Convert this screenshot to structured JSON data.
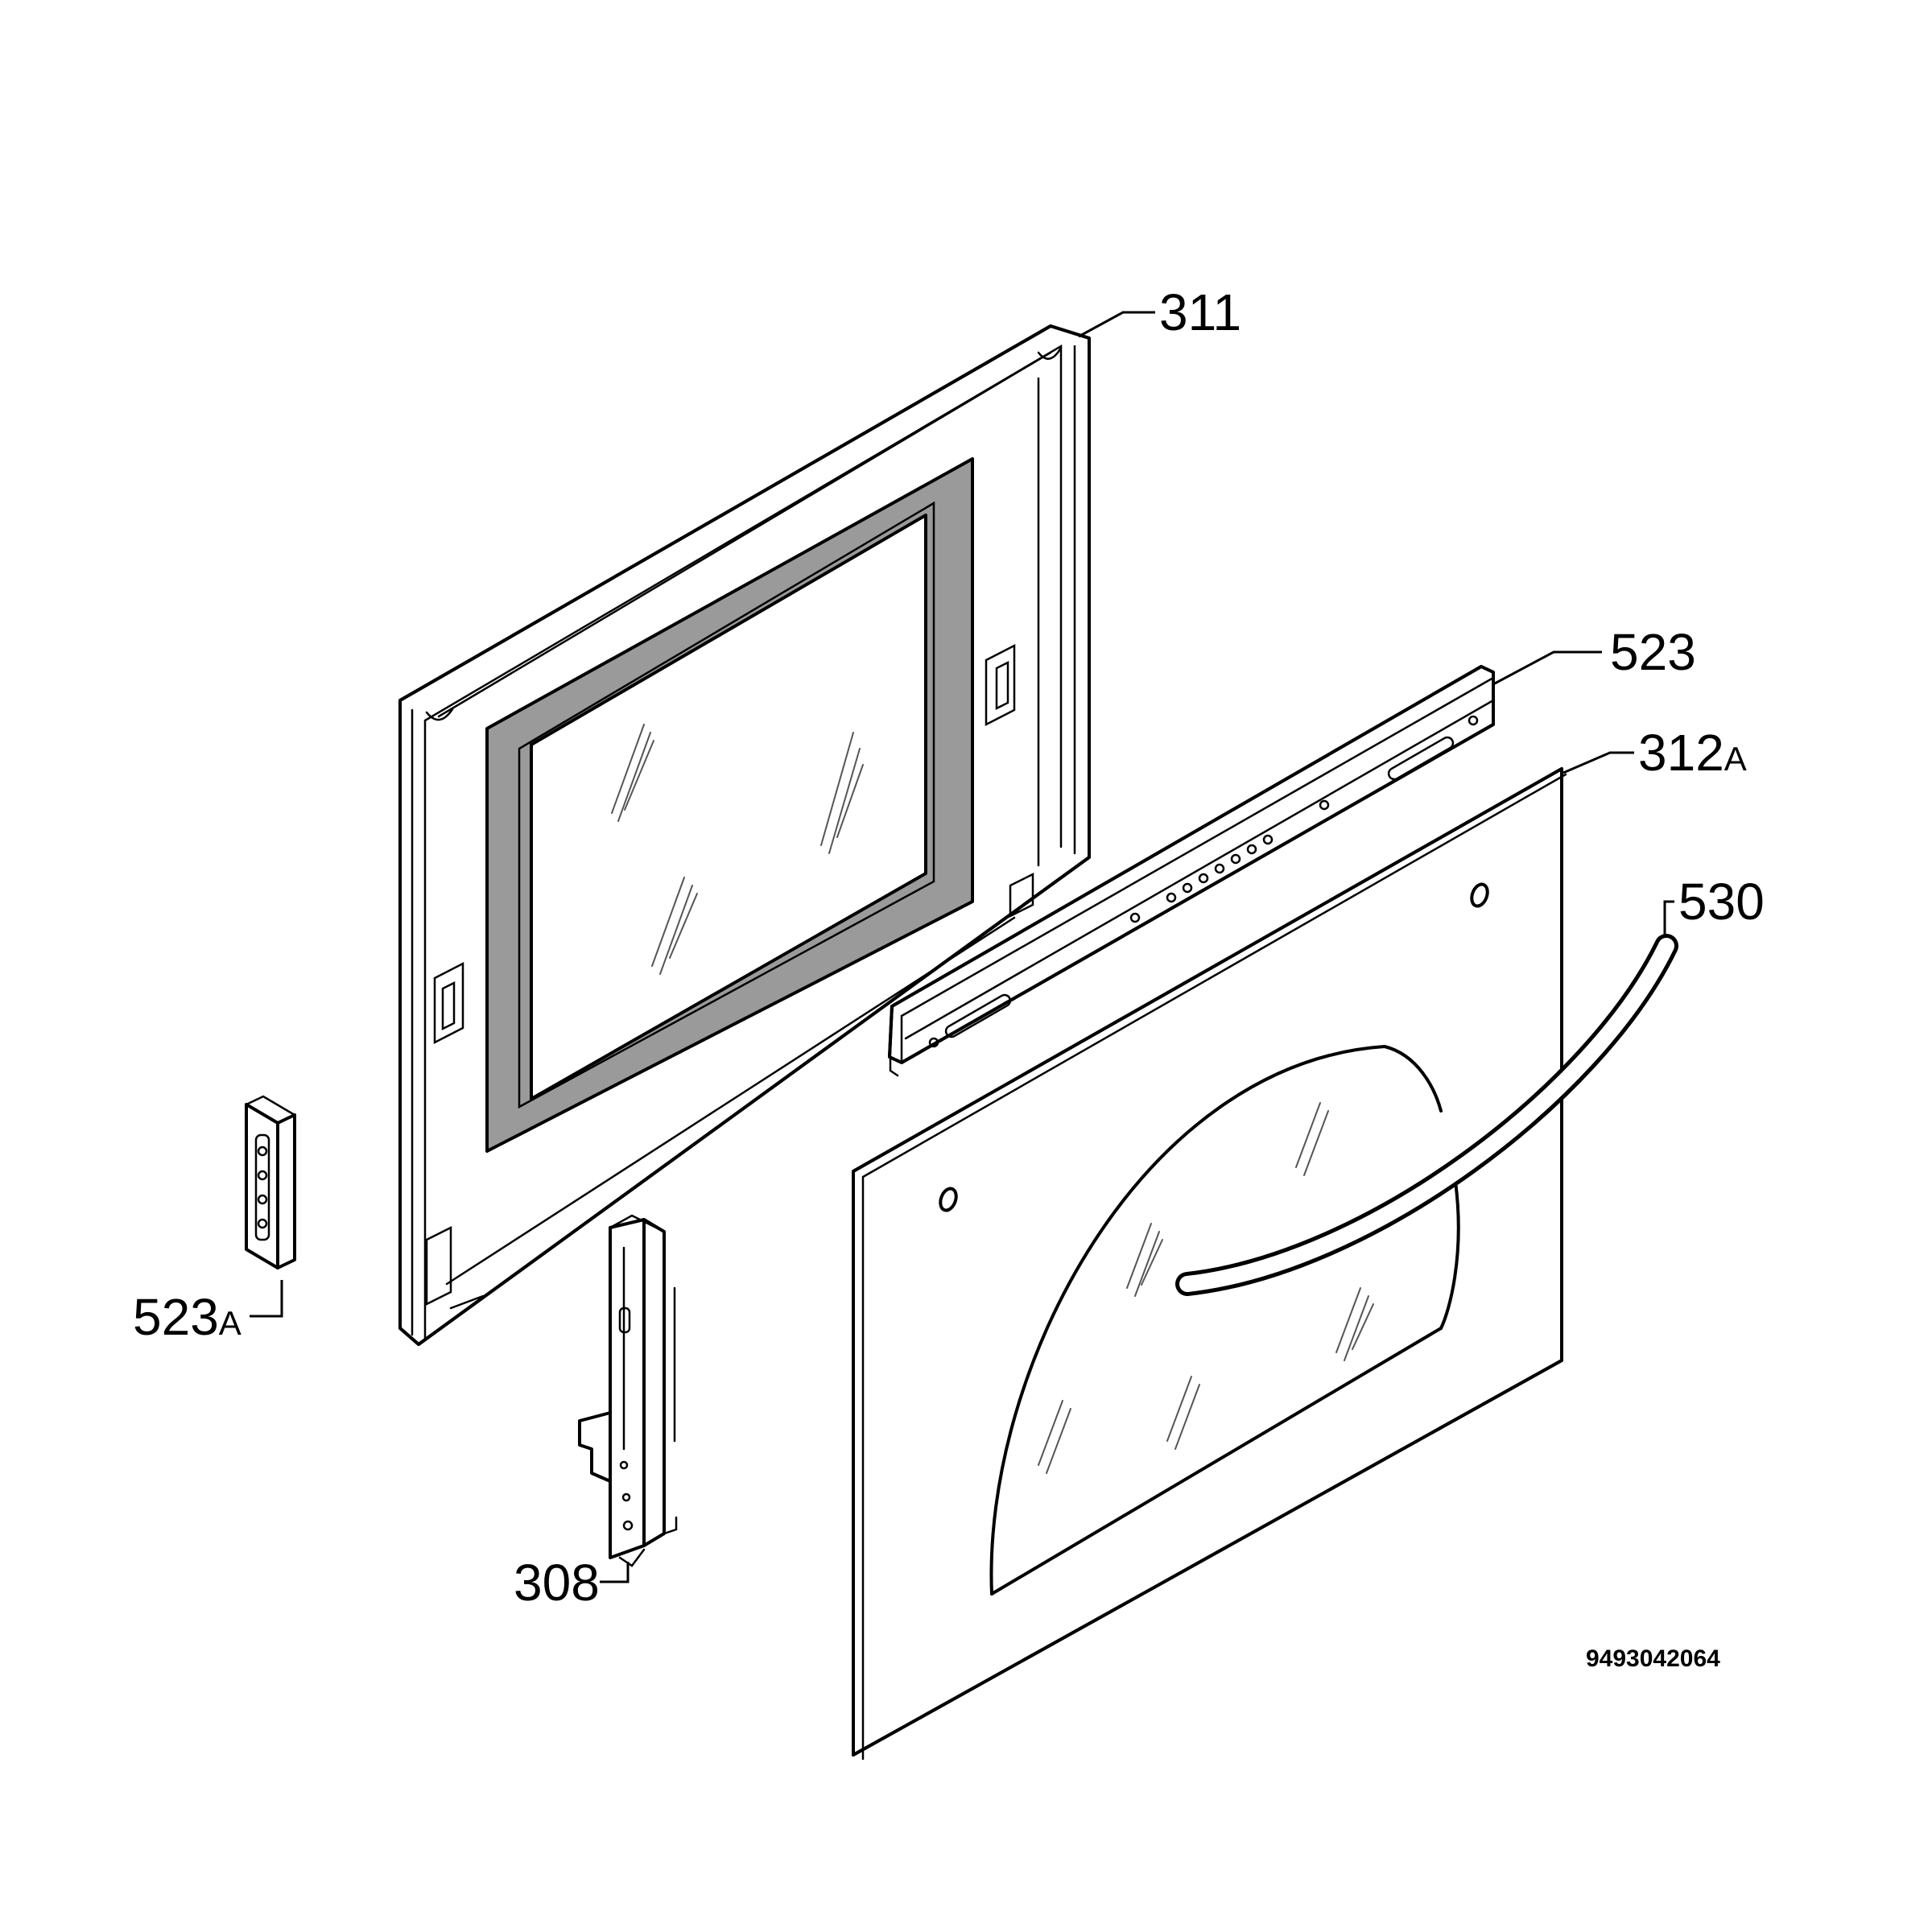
{
  "callouts": [
    {
      "id": "311",
      "num": "311",
      "suffix": ""
    },
    {
      "id": "523",
      "num": "523",
      "suffix": ""
    },
    {
      "id": "312A",
      "num": "312",
      "suffix": "A"
    },
    {
      "id": "530",
      "num": "530",
      "suffix": ""
    },
    {
      "id": "523A",
      "num": "523",
      "suffix": "A"
    },
    {
      "id": "308",
      "num": "308",
      "suffix": ""
    }
  ],
  "drawing_number": "9493042064"
}
